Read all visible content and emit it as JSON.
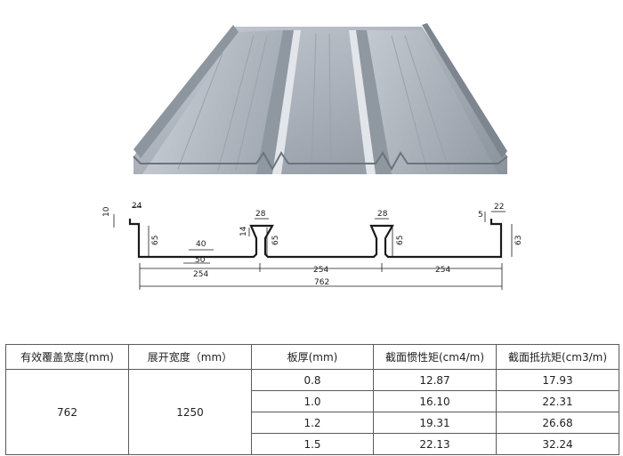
{
  "product_render": {
    "name": "steel-floor-deck"
  },
  "profile_dims": {
    "lip_height": "10",
    "lip_width_left": "24",
    "rib_top_width_1": "28",
    "rib_top_width_2": "28",
    "rib_depth_symbol": "14",
    "rib_height_1": "65",
    "rib_height_2": "65",
    "rib_height_3": "65",
    "embossment_40": "40",
    "embossment_50": "50",
    "pitch_1": "254",
    "pitch_2": "254",
    "pitch_3": "254",
    "total_width": "762",
    "lip_depth_right": "5",
    "lip_width_right": "22",
    "right_height": "63"
  },
  "table": {
    "headers": [
      "有效覆盖宽度(mm)",
      "展开宽度（mm）",
      "板厚(mm)",
      "截面惯性矩(cm4/m)",
      "截面抵抗矩(cm3/m)"
    ],
    "effective_width": "762",
    "unfolded_width": "1250",
    "rows": [
      {
        "thickness": "0.8",
        "inertia": "12.87",
        "resistance": "17.93"
      },
      {
        "thickness": "1.0",
        "inertia": "16.10",
        "resistance": "22.31"
      },
      {
        "thickness": "1.2",
        "inertia": "19.31",
        "resistance": "26.68"
      },
      {
        "thickness": "1.5",
        "inertia": "22.13",
        "resistance": "32.24"
      }
    ]
  }
}
